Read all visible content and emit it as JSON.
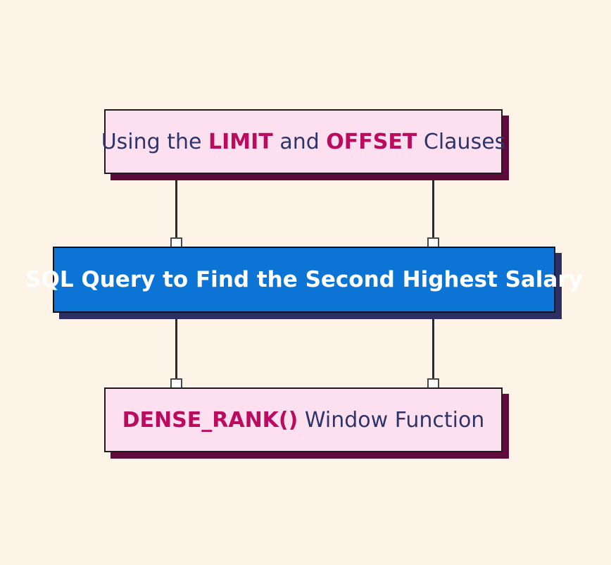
{
  "diagram": {
    "type": "concept-map",
    "background_color": "#FDF4E7",
    "title_node": "SQL Query to Find the Second Highest Salary",
    "nodes": [
      {
        "id": "limit-offset",
        "position": "top",
        "text_plain": "Using the LIMIT and OFFSET Clauses",
        "segments": [
          {
            "text": "Using the ",
            "emphasis": false
          },
          {
            "text": "LIMIT",
            "emphasis": true
          },
          {
            "text": " and ",
            "emphasis": false
          },
          {
            "text": "OFFSET",
            "emphasis": true
          },
          {
            "text": " Clauses",
            "emphasis": false
          }
        ],
        "fill_color": "#FCE0EF",
        "text_color": "#2F3568",
        "emphasis_color": "#BB0B5E",
        "shadow_color": "#5E0B3B"
      },
      {
        "id": "main-topic",
        "position": "middle",
        "text_plain": "SQL Query to Find the Second Highest Salary",
        "segments": [
          {
            "text": "SQL Query to Find the Second Highest Salary",
            "emphasis": false
          }
        ],
        "fill_color": "#0C74D4",
        "text_color": "#FFFFFF",
        "emphasis_color": "#FFFFFF",
        "shadow_color": "#2B2F63"
      },
      {
        "id": "dense-rank",
        "position": "bottom",
        "text_plain": "DENSE_RANK() Window Function",
        "segments": [
          {
            "text": "DENSE_RANK()",
            "emphasis": true
          },
          {
            "text": " Window Function",
            "emphasis": false
          }
        ],
        "fill_color": "#FCE0EF",
        "text_color": "#2F3568",
        "emphasis_color": "#BB0B5E",
        "shadow_color": "#5E0B3B"
      }
    ],
    "connectors": [
      {
        "id": "top-left",
        "from": "limit-offset",
        "to": "main-topic",
        "side": "left"
      },
      {
        "id": "top-right",
        "from": "limit-offset",
        "to": "main-topic",
        "side": "right"
      },
      {
        "id": "bottom-left",
        "from": "main-topic",
        "to": "dense-rank",
        "side": "left"
      },
      {
        "id": "bottom-right",
        "from": "main-topic",
        "to": "dense-rank",
        "side": "right"
      }
    ],
    "connector_line_color": "#2A2A2A",
    "connector_handle_fill": "#FFFFFF",
    "connector_handle_border": "#4A4A4A"
  }
}
